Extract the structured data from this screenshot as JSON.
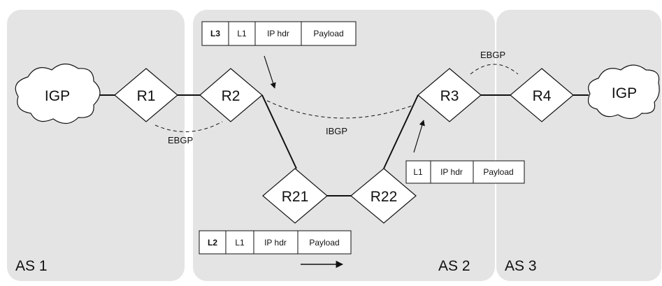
{
  "autonomous_systems": [
    {
      "label": "AS 1"
    },
    {
      "label": "AS 2"
    },
    {
      "label": "AS 3"
    }
  ],
  "clouds": [
    {
      "label": "IGP"
    },
    {
      "label": "IGP"
    }
  ],
  "routers": {
    "r1": "R1",
    "r2": "R2",
    "r3": "R3",
    "r4": "R4",
    "r21": "R21",
    "r22": "R22"
  },
  "sessions": {
    "ebgp_as1_as2": "EBGP",
    "ibgp": "IBGP",
    "ebgp_as2_as3": "EBGP"
  },
  "packets": {
    "top": [
      "L3",
      "L1",
      "IP hdr",
      "Payload"
    ],
    "bottom": [
      "L2",
      "L1",
      "IP hdr",
      "Payload"
    ],
    "right": [
      "L1",
      "IP hdr",
      "Payload"
    ]
  }
}
